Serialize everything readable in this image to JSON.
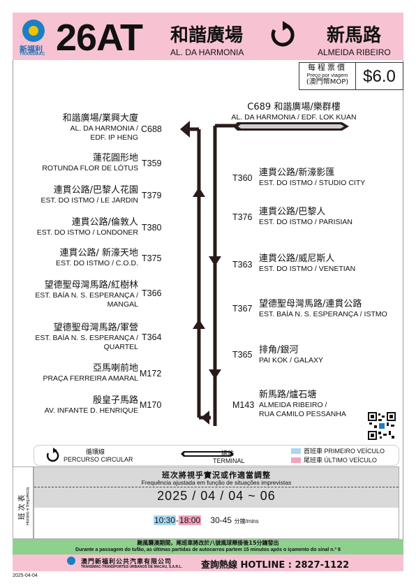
{
  "header": {
    "brand_cn": "新福利",
    "brand_en": "TRANSMAC",
    "route": "26AT",
    "from_cn": "和諧廣場",
    "from_pt": "AL. DA HARMONIA",
    "to_cn": "新馬路",
    "to_pt": "ALMEIDA RIBEIRO"
  },
  "fare": {
    "label_cn": "每程票價",
    "label_pt": "Preço por viagem",
    "currency": "(澳門幣MOP)",
    "amount": "$6.0"
  },
  "terminal_stop": {
    "code": "C689",
    "cn": "和諧廣場/樂群樓",
    "pt": "AL. DA HARMONIA / EDF. LOK KUAN"
  },
  "left_stops": [
    {
      "code": "C688",
      "cn": "和諧廣場/業興大廈",
      "pt1": "AL. DA HARMONIA /",
      "pt2": "EDF. IP HENG"
    },
    {
      "code": "T359",
      "cn": "蓮花圓形地",
      "pt1": "ROTUNDA FLOR DE LÓTUS",
      "pt2": ""
    },
    {
      "code": "T379",
      "cn": "連貫公路/巴黎人花園",
      "pt1": "EST. DO ISTMO / LE JARDIN",
      "pt2": ""
    },
    {
      "code": "T380",
      "cn": "連貫公路/倫敦人",
      "pt1": "EST. DO ISTMO / LONDONER",
      "pt2": ""
    },
    {
      "code": "T375",
      "cn": "連貫公路/ 新濠天地",
      "pt1": "EST. DO ISTMO / C.O.D.",
      "pt2": ""
    },
    {
      "code": "T366",
      "cn": "望德聖母灣馬路/紅樹林",
      "pt1": "EST. BAÍA N. S. ESPERANÇA /",
      "pt2": "MANGAL"
    },
    {
      "code": "T364",
      "cn": "望德聖母灣馬路/軍營",
      "pt1": "EST. BAÍA N. S. ESPERANÇA /",
      "pt2": "QUARTEL"
    },
    {
      "code": "M172",
      "cn": "亞馬喇前地",
      "pt1": "PRAÇA FERREIRA AMARAL",
      "pt2": ""
    },
    {
      "code": "M170",
      "cn": "殷皇子馬路",
      "pt1": "AV. INFANTE D. HENRIQUE",
      "pt2": ""
    }
  ],
  "right_stops": [
    {
      "code": "T360",
      "cn": "連貫公路/新濠影匯",
      "pt1": "EST. DO ISTMO / STUDIO CITY",
      "pt2": ""
    },
    {
      "code": "T376",
      "cn": "連貫公路/巴黎人",
      "pt1": "EST. DO ISTMO / PARISIAN",
      "pt2": ""
    },
    {
      "code": "T363",
      "cn": "連貫公路/威尼斯人",
      "pt1": "EST. DO ISTMO / VENETIAN",
      "pt2": ""
    },
    {
      "code": "T367",
      "cn": "望德聖母灣馬路/連貫公路",
      "pt1": "EST. BAÍA N. S. ESPERANÇA / ISTMO",
      "pt2": ""
    },
    {
      "code": "T365",
      "cn": "排角/銀河",
      "pt1": "PAI KOK / GALAXY",
      "pt2": ""
    },
    {
      "code": "M143",
      "cn": "新馬路/爐石塘",
      "pt1": "ALMEIDA RIBEIRO /",
      "pt2": "RUA CAMILO PESSANHA"
    }
  ],
  "legend": {
    "circular_cn": "循環線",
    "circular_pt": "PERCURSO CIRCULAR",
    "terminal_cn": "總站",
    "terminal_pt": "TERMINAL",
    "first_cn": "首班車",
    "first_pt": "PRIMEIRO VEÍCULO",
    "last_cn": "尾班車",
    "last_pt": "ÚLTIMO VEÍCULO",
    "first_color": "#a9d8f0",
    "last_color": "#f2a3c0"
  },
  "timetable": {
    "side_cn": "班次表",
    "side_pt": "Horário e frequência",
    "notice_cn": "班次將視乎實況或作適當調整",
    "notice_pt": "Frequência ajustada em função de situações imprevistas",
    "date_range": "2025 / 04 / 04 ~ 06",
    "first": "10:30",
    "sep": "-",
    "last": "18:00",
    "freq": "30-45",
    "freq_unit": "分鐘/mins"
  },
  "typhoon": {
    "cn": "颱風襲澳期間，尾班車將改於八號風球懸掛後15分鐘發出",
    "pt": "Durante a passagem do tufão, as últimas partidas de autocarros partem 15 minutos após o içamento do sinal n.º 8"
  },
  "footer": {
    "company_cn": "澳門新福利公共汽車有限公司",
    "company_pt": "TRANSMAC-TRANSPORTES URBANOS DE MACAU, S.A.R.L.",
    "hotline": "查詢熱線 HOTLINE : 2827-1122",
    "print_date": "2025-04-04"
  }
}
